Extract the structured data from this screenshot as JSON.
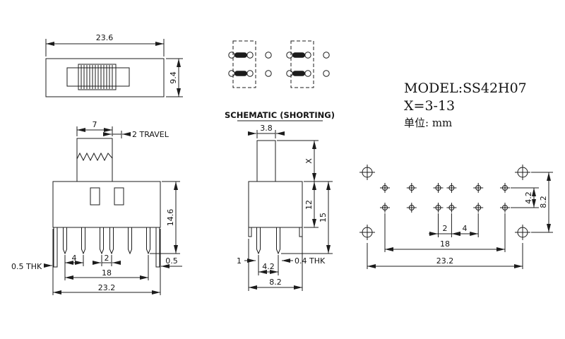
{
  "title_block": {
    "model": "MODEL:SS42H07",
    "x_range": "X=3-13",
    "unit": "单位: mm"
  },
  "schematic": {
    "label": "SCHEMATIC (SHORTING)"
  },
  "top_view": {
    "width": "23.6",
    "height": "9.4"
  },
  "front_view": {
    "knob_width": "7",
    "travel": "2 TRAVEL",
    "height": "14.6",
    "pitch_a": "4",
    "pitch_b": "2",
    "pin_span": "18",
    "total_width": "23.2",
    "tab_thk": "0.5 THK",
    "tab_offset": "0.5"
  },
  "side_view": {
    "stem_width": "3.8",
    "x_dim": "X",
    "body_height": "12",
    "total_height": "15",
    "pin_width": "1",
    "pin_thk": "0.4 THK",
    "row_pitch": "4.2",
    "body_width": "8.2"
  },
  "pcb_view": {
    "row_pitch": "4.2",
    "tab_row_span": "8.2",
    "pitch_b": "2",
    "pitch_a": "4",
    "pin_span": "18",
    "total_width": "23.2"
  }
}
